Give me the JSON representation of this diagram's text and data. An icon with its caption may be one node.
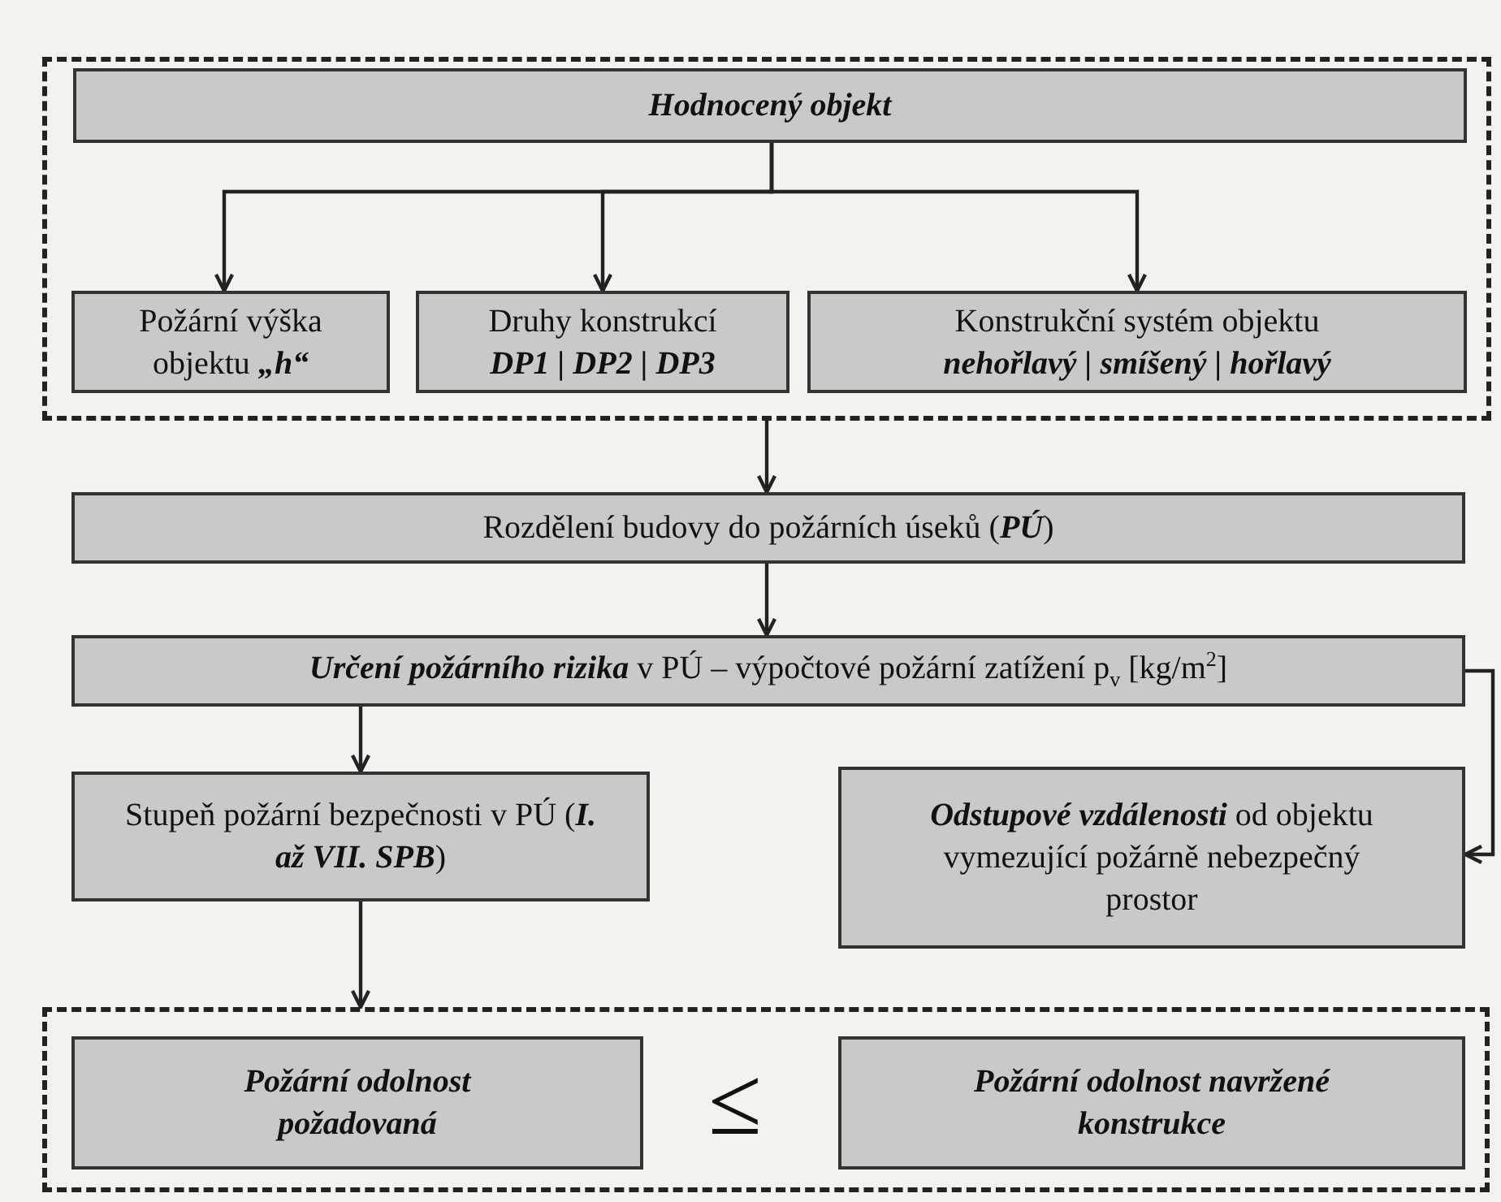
{
  "diagram": {
    "nodes": [
      {
        "text": [],
        "shape": "box"
      },
      {
        "text": [
          "Hodnocený objekt"
        ],
        "in": 0
      },
      {
        "text": [
          "Požární výška objektu *„h“*"
        ],
        "in": 0
      },
      {
        "text": [
          "Druhy konstrukcí",
          "DP1 | DP2 | DP3"
        ],
        "in": 0
      },
      {
        "text": [
          "Konstrukční systém objektu",
          "nehořlavý | smíšený | hořlavý"
        ],
        "in": 0
      },
      {
        "text": [
          "Rozdělení budovy do požárních úseků (*PÚ*)"
        ]
      },
      {
        "text": [
          "*Určení požárního rizika* v PÚ – výpočtové požární zatížení p$_{v}$ [kg/m$^{2}$]"
        ]
      },
      {
        "text": [
          "Stupeň požární bezpečnosti v PÚ (*I. až VII. SPB*)"
        ]
      },
      {
        "text": [
          "*Odstupové vzdálenosti* od objektu vymezující požárně nebezpečný prostor"
        ]
      },
      {
        "text": [],
        "shape": "box"
      },
      {
        "text": [
          "Požární odolnost požadovaná"
        ],
        "in": 9
      },
      {
        "text": [
          "Požární odolnost navržené konstrukce"
        ],
        "in": 9
      }
    ],
    "edges": [
      {
        "from": 1,
        "to": 2,
        "arrow": "to"
      },
      {
        "from": 1,
        "to": 3,
        "arrow": "to"
      },
      {
        "from": 1,
        "to": 4,
        "arrow": "to"
      },
      {
        "from": 0,
        "to": 5,
        "arrow": "to"
      },
      {
        "from": 5,
        "to": 6,
        "arrow": "to"
      },
      {
        "from": 6,
        "to": 7,
        "arrow": "to"
      },
      {
        "from": 6,
        "to": 8,
        "arrow": "to"
      },
      {
        "from": 7,
        "to": 9,
        "arrow": "to"
      }
    ],
    "labels": [
      "≤"
    ]
  }
}
